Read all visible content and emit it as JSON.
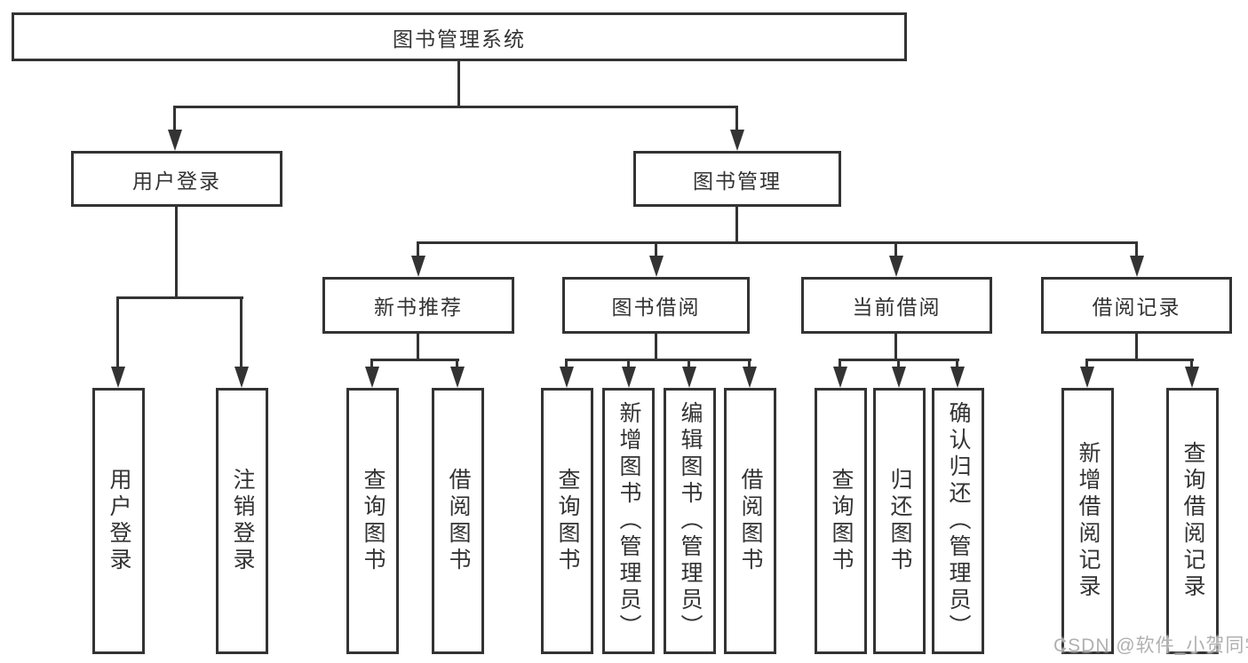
{
  "tree": {
    "label": "图书管理系统",
    "children": [
      {
        "label": "用户登录",
        "children": [
          {
            "label": "用户登录"
          },
          {
            "label": "注销登录"
          }
        ]
      },
      {
        "label": "图书管理",
        "children": [
          {
            "label": "新书推荐",
            "children": [
              {
                "label": "查询图书"
              },
              {
                "label": "借阅图书"
              }
            ]
          },
          {
            "label": "图书借阅",
            "children": [
              {
                "label": "查询图书"
              },
              {
                "label": "新增图书（管理员）"
              },
              {
                "label": "编辑图书（管理员）"
              },
              {
                "label": "借阅图书"
              }
            ]
          },
          {
            "label": "当前借阅",
            "children": [
              {
                "label": "查询图书"
              },
              {
                "label": "归还图书"
              },
              {
                "label": "确认归还（管理员）"
              }
            ]
          },
          {
            "label": "借阅记录",
            "children": [
              {
                "label": "新增借阅记录"
              },
              {
                "label": "查询借阅记录"
              }
            ]
          }
        ]
      }
    ]
  },
  "watermark": "CSDN @软件_小贺同学",
  "colors": {
    "line": "#333333",
    "text": "#333333",
    "watermark": "#b0b0b0",
    "background": "#ffffff"
  }
}
